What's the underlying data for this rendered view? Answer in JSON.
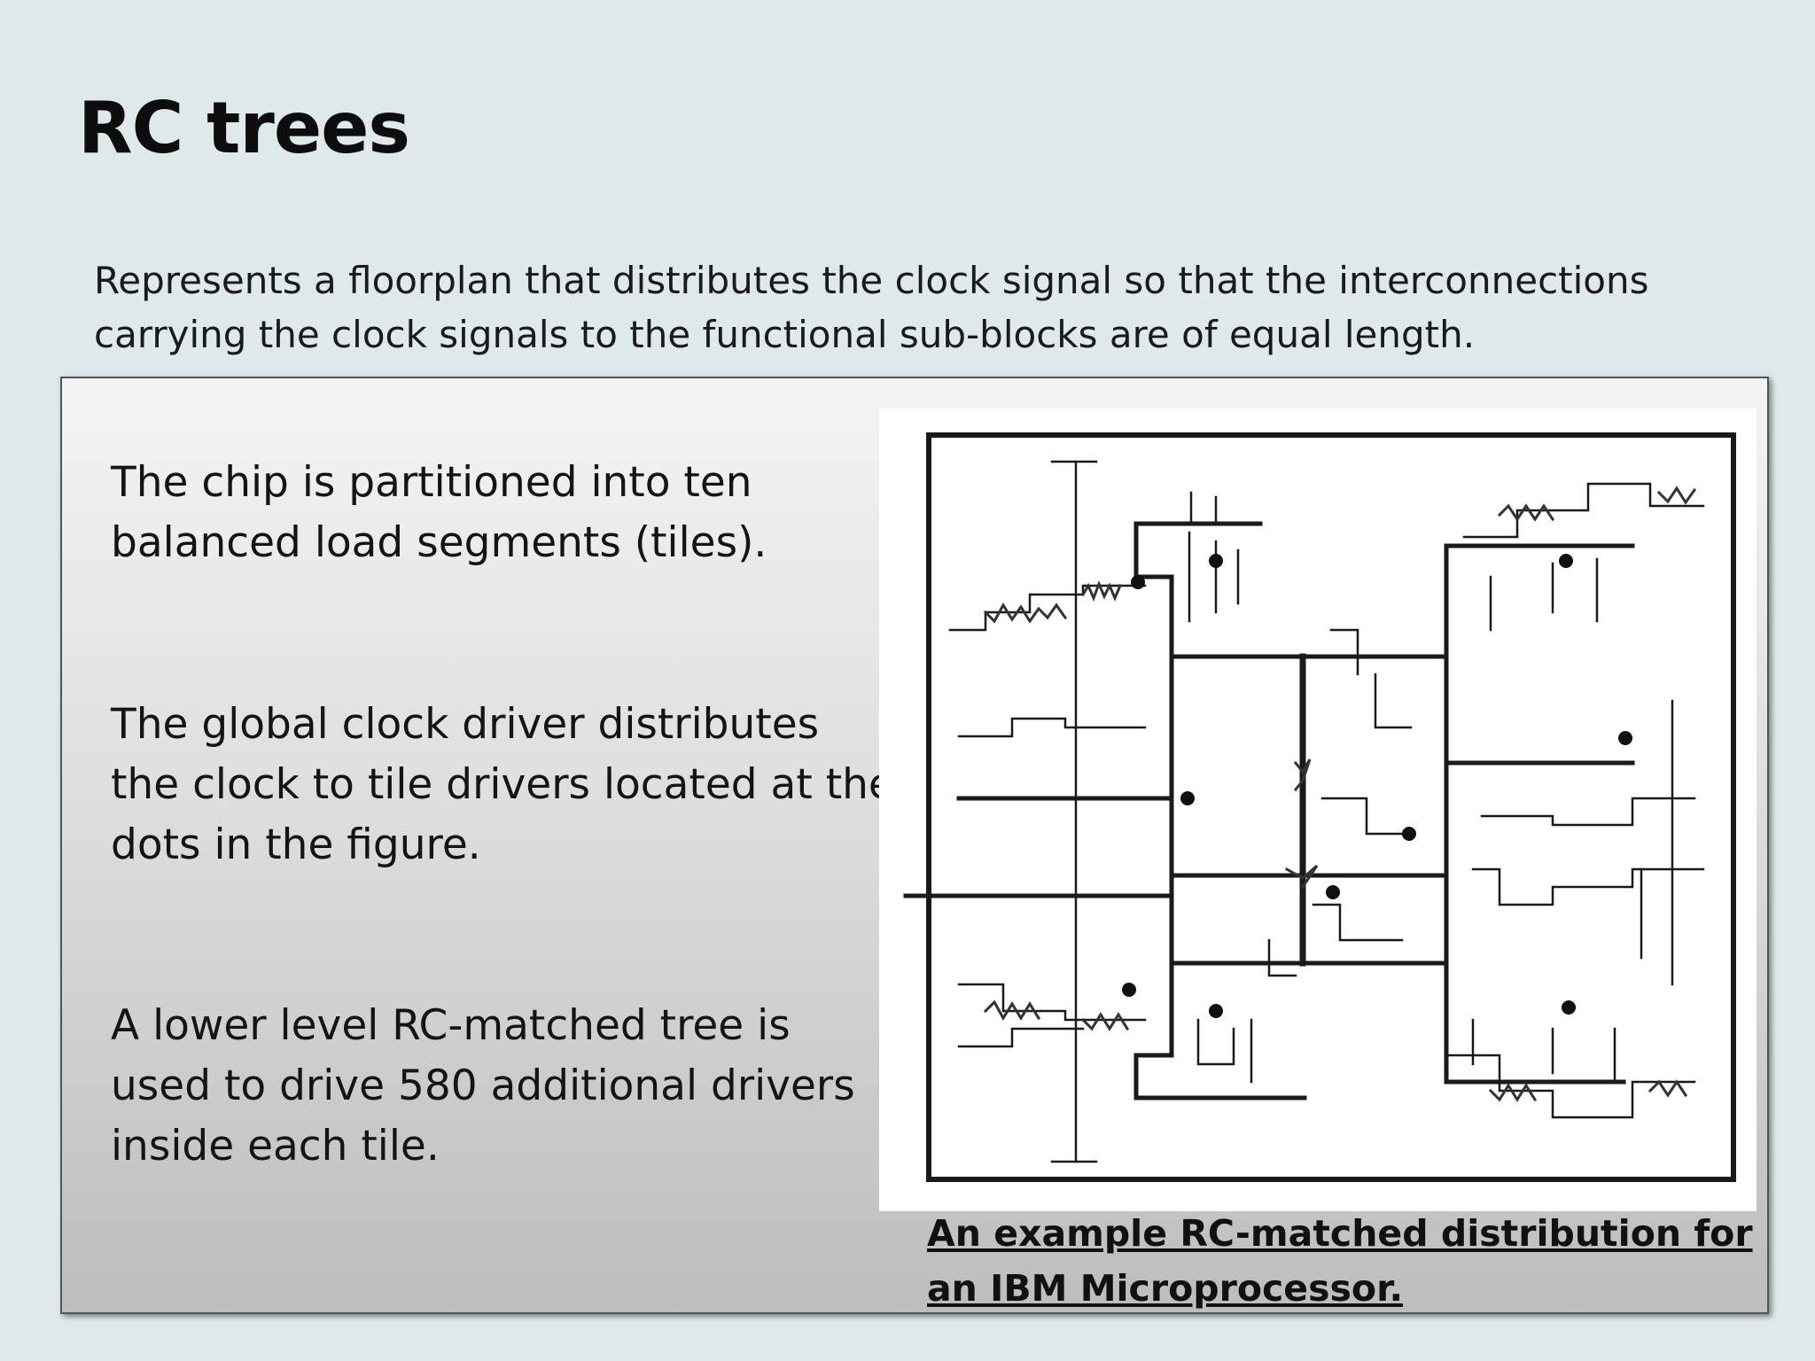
{
  "slide": {
    "title": "RC trees",
    "intro_lines": [
      "Represents a floorplan that distributes the clock signal so that the interconnections",
      "carrying the clock signals to the functional sub-blocks are of equal length."
    ],
    "bullets": [
      {
        "lines": [
          "The chip is partitioned into ten",
          "balanced load segments (tiles)."
        ]
      },
      {
        "lines": [
          "The global clock driver distributes",
          "the clock to tile drivers located at the",
          "dots in the figure."
        ]
      },
      {
        "lines": [
          "A lower level RC-matched tree is",
          "used to drive 580 additional drivers",
          "inside each tile."
        ]
      }
    ],
    "figure_caption_lines": [
      "An example RC-matched distribution for",
      "an IBM Microprocessor."
    ]
  },
  "colors": {
    "background": "#dfe8ea",
    "panel_top": "#f4f4f4",
    "panel_bottom": "#bdbdbd",
    "ink": "#111111"
  }
}
